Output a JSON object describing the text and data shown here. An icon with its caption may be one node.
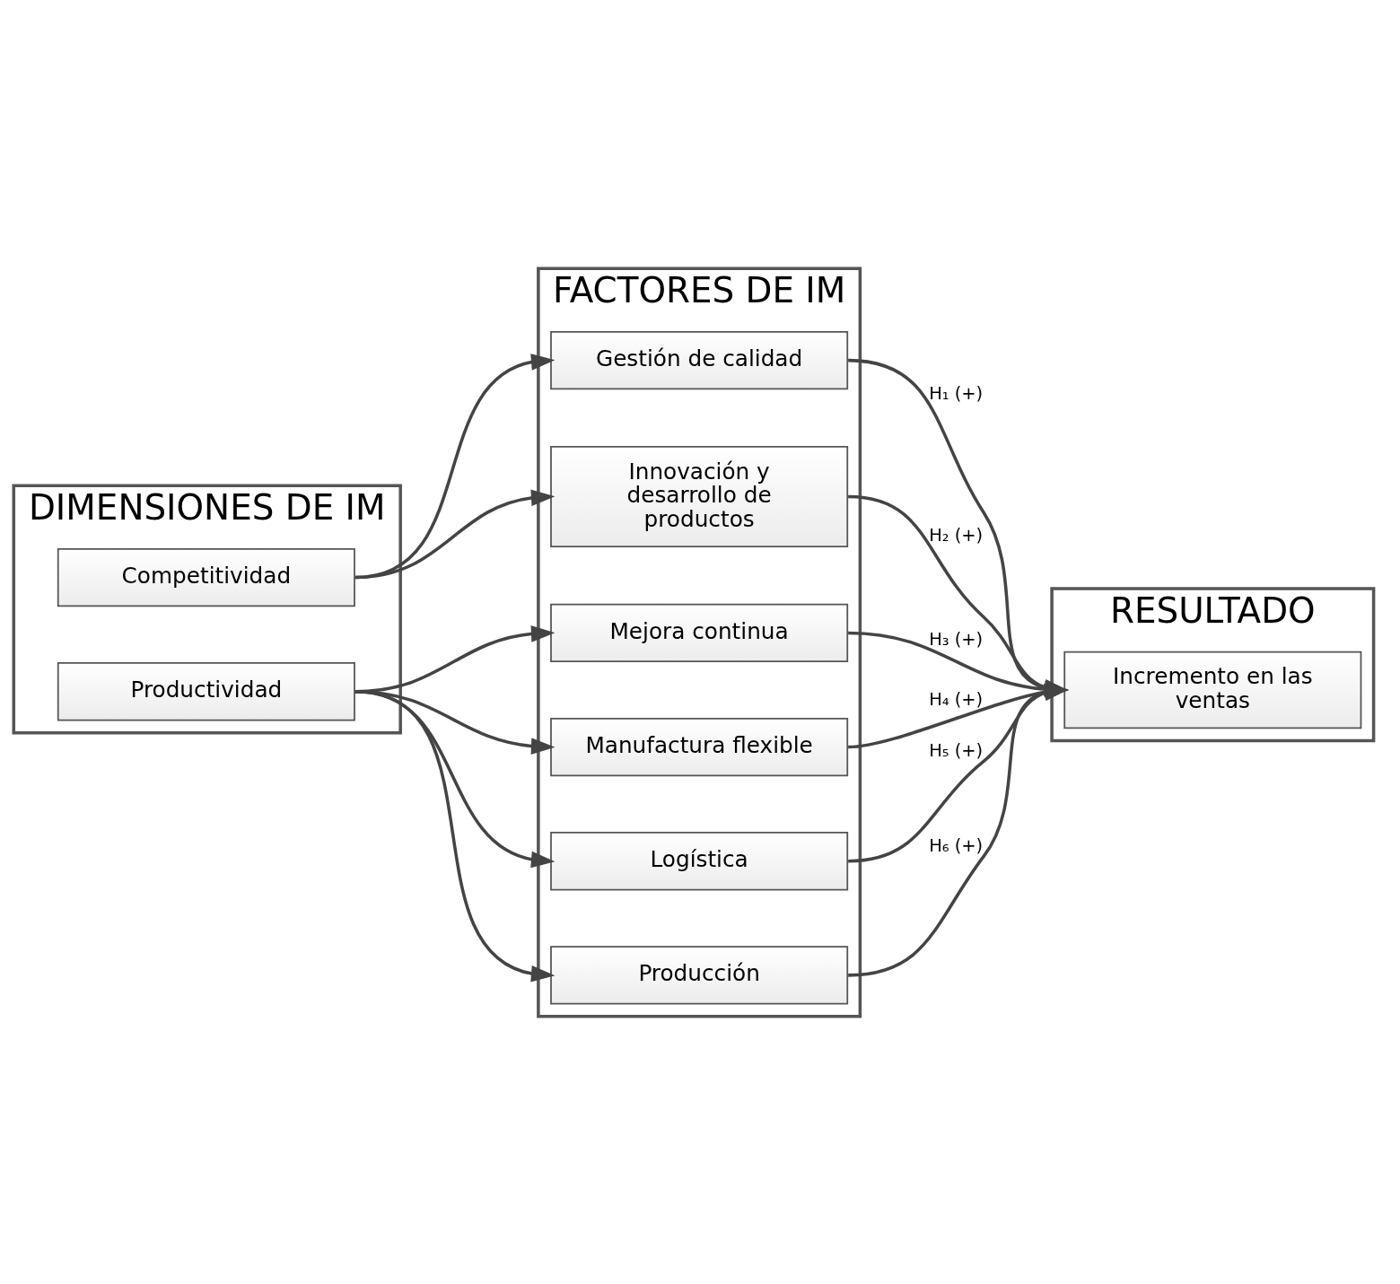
{
  "diagram": {
    "nodes": [
      {
        "text": [
          "DIMENSIONES DE IM"
        ]
      },
      {
        "text": [
          "Competitividad"
        ],
        "in": 0
      },
      {
        "text": [
          "Productividad"
        ],
        "in": 0
      },
      {
        "text": [
          "FACTORES DE IM"
        ]
      },
      {
        "text": [
          "Gestión de calidad"
        ],
        "in": 3
      },
      {
        "text": [
          "Innovación y desarrollo de productos"
        ],
        "in": 3
      },
      {
        "text": [
          "Mejora continua"
        ],
        "in": 3
      },
      {
        "text": [
          "Manufactura flexible"
        ],
        "in": 3
      },
      {
        "text": [
          "Logística"
        ],
        "in": 3
      },
      {
        "text": [
          "Producción"
        ],
        "in": 3
      },
      {
        "text": [
          "RESULTADO"
        ]
      },
      {
        "text": [
          "Incremento en las ventas"
        ],
        "in": 10
      }
    ],
    "edges": [
      {
        "from": 1,
        "to": 4,
        "arrow": "to"
      },
      {
        "from": 1,
        "to": 5,
        "arrow": "to"
      },
      {
        "from": 2,
        "to": 6,
        "arrow": "to"
      },
      {
        "from": 2,
        "to": 7,
        "arrow": "to"
      },
      {
        "from": 2,
        "to": 8,
        "arrow": "to"
      },
      {
        "from": 2,
        "to": 9,
        "arrow": "to"
      },
      {
        "from": 4,
        "to": 11,
        "arrow": "to",
        "label": "H₁ (+)"
      },
      {
        "from": 5,
        "to": 11,
        "arrow": "to",
        "label": "H₂ (+)"
      },
      {
        "from": 6,
        "to": 11,
        "arrow": "to",
        "label": "H₃ (+)"
      },
      {
        "from": 7,
        "to": 11,
        "arrow": "to",
        "label": "H₄ (+)"
      },
      {
        "from": 8,
        "to": 11,
        "arrow": "to",
        "label": "H₅ (+)"
      },
      {
        "from": 9,
        "to": 11,
        "arrow": "to",
        "label": "H₆ (+)"
      }
    ]
  }
}
